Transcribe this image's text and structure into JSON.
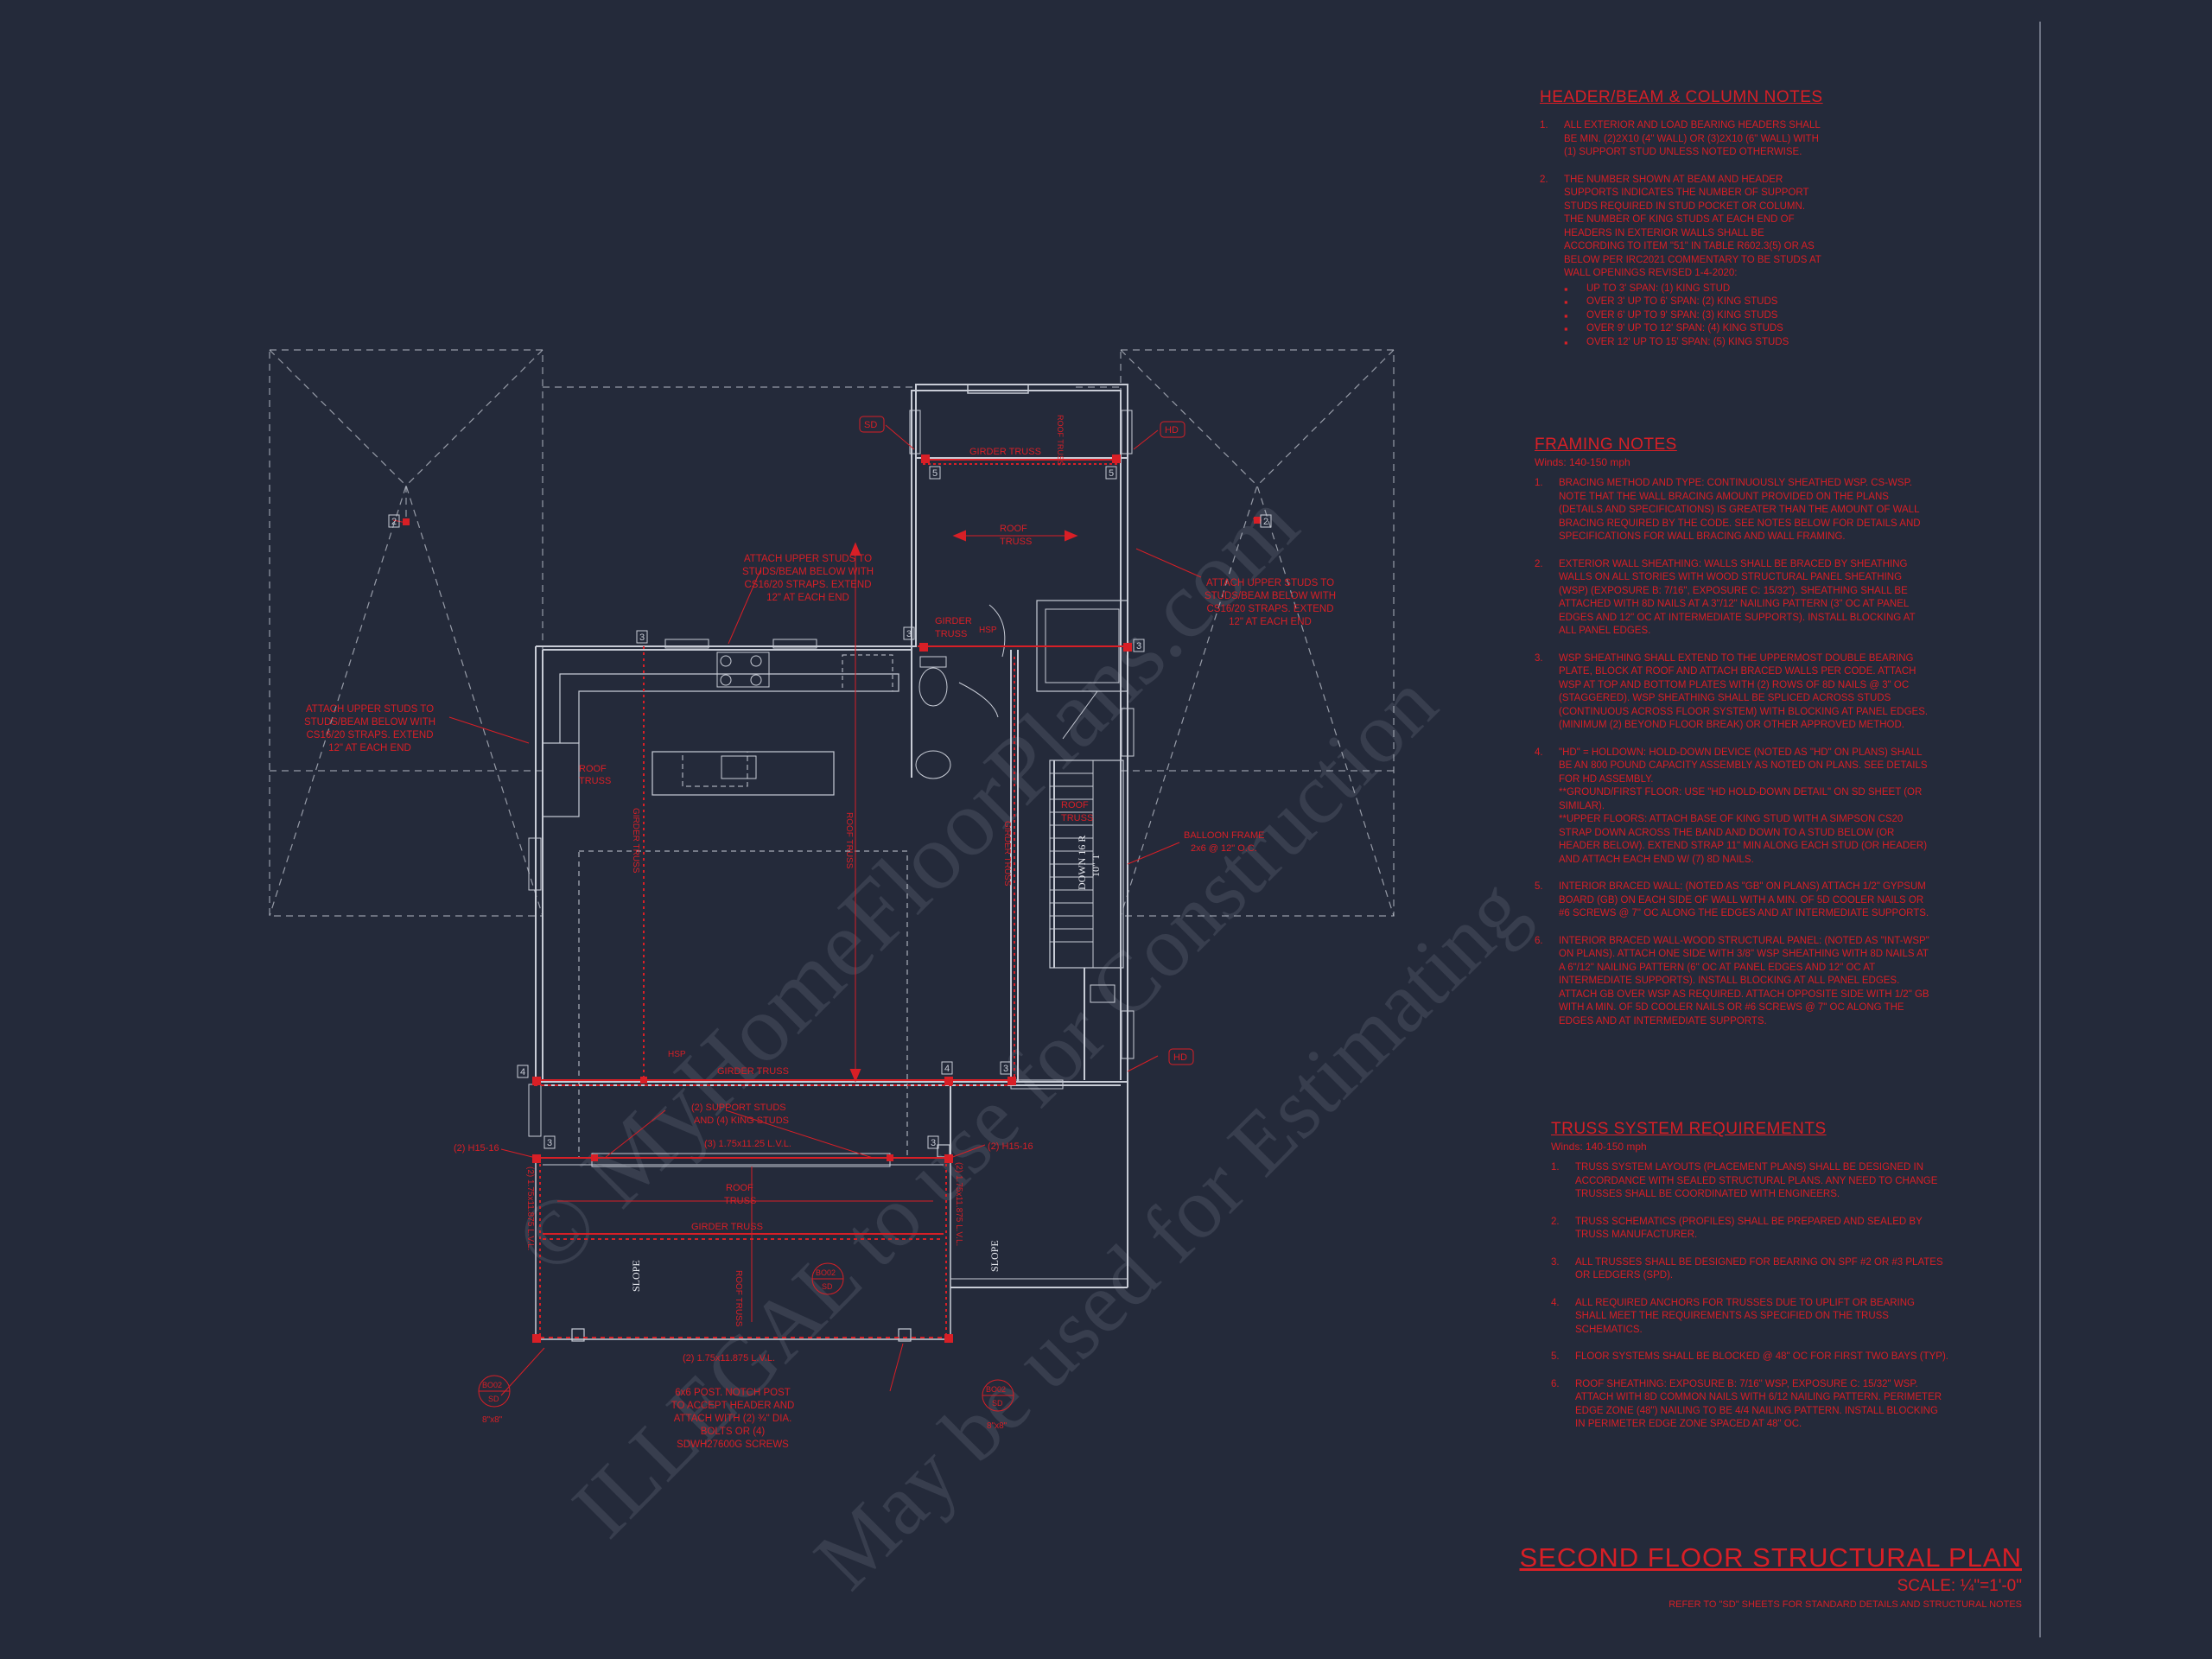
{
  "drawing": {
    "title": "SECOND FLOOR STRUCTURAL PLAN",
    "scale": "SCALE: ¼\"=1'-0\"",
    "reference": "REFER TO \"SD\" SHEETS FOR STANDARD DETAILS AND STRUCTURAL NOTES"
  },
  "watermark": {
    "line1": "© MyHomeFloorPlans.com",
    "line2": "ILLEGAL to use for Construction",
    "line3": "May be used for Estimating"
  },
  "colors": {
    "background": "#242a3a",
    "annotation": "#d81f26",
    "linework": "#c8ccd6"
  },
  "plan": {
    "framing_labels": {
      "girder_truss": "GIRDER TRUSS",
      "roof_truss": "ROOF TRUSS",
      "girder": "GIRDER",
      "truss": "TRUSS",
      "roof": "ROOF",
      "hsp": "HSP",
      "slope": "SLOPE",
      "down_stair": "DOWN 16 R",
      "down_stair_2": "10\" T",
      "support_studs": "(2) SUPPORT STUDS",
      "king_studs": "AND (4) KING STUDS",
      "lvl_top": "(3) 1.75x11.25 L.V.L.",
      "lvl_bottom": "(2) 1.75x11.875 L.V.L.",
      "lvl_side_left": "(2) 1.75x11.875 L.V.L.",
      "lvl_side_right": "(2) 1.75x11.875 L.V.L.",
      "h15_left": "(2) H15-16",
      "h15_right": "(2) H15-16",
      "balloon_1": "BALLOON FRAME",
      "balloon_2": "2x6 @ 12\" O.C.",
      "dim_8x8_left": "8\"x8\"",
      "dim_8x8_right": "8\"x8\""
    },
    "callouts": {
      "attach_left": [
        "ATTACH UPPER STUDS TO",
        "STUDS/BEAM BELOW WITH",
        "CS16/20 STRAPS. EXTEND",
        "12\" AT EACH END"
      ],
      "attach_mid": [
        "ATTACH UPPER STUDS TO",
        "STUDS/BEAM BELOW WITH",
        "CS16/20 STRAPS. EXTEND",
        "12\" AT EACH END"
      ],
      "attach_right": [
        "ATTACH UPPER STUDS TO",
        "STUDS/BEAM BELOW WITH",
        "CS16/20 STRAPS. EXTEND",
        "12\" AT EACH END"
      ],
      "post_note": [
        "6x6 POST. NOTCH POST",
        "TO ACCEPT HEADER AND",
        "ATTACH WITH (2) ¾\" DIA.",
        "BOLTS OR (4)",
        "SDWH27600G SCREWS"
      ]
    },
    "tags": {
      "sd": "SD",
      "hd": "HD",
      "5": "5",
      "4": "4",
      "3": "3",
      "2": "2",
      "detail_a": "BO02",
      "detail_b": "SD"
    }
  },
  "notes": {
    "header_beam": {
      "title": "HEADER/BEAM & COLUMN NOTES",
      "items": [
        {
          "n": "1.",
          "text": "ALL EXTERIOR AND LOAD BEARING HEADERS SHALL BE MIN. (2)2x10 (4\" WALL) OR (3)2x10 (6\" WALL) WITH (1) SUPPORT STUD UNLESS NOTED OTHERWISE."
        },
        {
          "n": "2.",
          "text": "THE NUMBER SHOWN AT BEAM AND HEADER SUPPORTS INDICATES THE NUMBER OF SUPPORT STUDS REQUIRED IN STUD POCKET OR COLUMN. THE NUMBER OF KING STUDS AT EACH END OF HEADERS IN EXTERIOR WALLS SHALL BE ACCORDING TO ITEM \"51\" IN TABLE R602.3(5) OR AS BELOW PER IRC2021 COMMENTARY TO BE STUDS AT WALL OPENINGS REVISED 1-4-2020:"
        }
      ],
      "bullets": [
        "UP TO 3' SPAN: (1) KING STUD",
        "OVER 3' UP TO 6' SPAN: (2) KING STUDS",
        "OVER 6' UP TO 9' SPAN: (3) KING STUDS",
        "OVER 9' UP TO 12' SPAN: (4) KING STUDS",
        "OVER 12' UP TO 15' SPAN: (5) KING STUDS"
      ]
    },
    "framing": {
      "title": "FRAMING NOTES",
      "subtitle": "Winds: 140-150 mph",
      "items": [
        {
          "n": "1.",
          "text": "BRACING METHOD AND TYPE: CONTINUOUSLY SHEATHED WSP. CS-WSP. NOTE THAT THE WALL BRACING AMOUNT PROVIDED ON THE PLANS (DETAILS AND SPECIFICATIONS) IS GREATER THAN THE AMOUNT OF WALL BRACING REQUIRED BY THE CODE. SEE NOTES BELOW FOR DETAILS AND SPECIFICATIONS FOR WALL BRACING AND WALL FRAMING."
        },
        {
          "n": "2.",
          "text": "EXTERIOR WALL SHEATHING: WALLS SHALL BE BRACED BY SHEATHING WALLS ON ALL STORIES WITH WOOD STRUCTURAL PANEL SHEATHING (WSP) (EXPOSURE B: 7/16\", EXPOSURE C: 15/32\"). SHEATHING SHALL BE ATTACHED WITH 8d NAILS AT A 3\"/12\" NAILING PATTERN (3\" OC AT PANEL EDGES AND 12\" OC AT INTERMEDIATE SUPPORTS). INSTALL BLOCKING AT ALL PANEL EDGES."
        },
        {
          "n": "3.",
          "text": "WSP SHEATHING SHALL EXTEND TO THE UPPERMOST DOUBLE BEARING PLATE, BLOCK AT ROOF AND ATTACH BRACED WALLS PER CODE. ATTACH WSP AT TOP AND BOTTOM PLATES WITH (2) ROWS OF 8d NAILS @ 3\" OC (STAGGERED). WSP SHEATHING SHALL BE SPLICED ACROSS STUDS (CONTINUOUS ACROSS FLOOR SYSTEM) WITH BLOCKING AT PANEL EDGES. (MINIMUM (2) BEYOND FLOOR BREAK) OR OTHER APPROVED METHOD."
        },
        {
          "n": "4.",
          "text": "\"HD\" = HOLDOWN: HOLD-DOWN DEVICE (NOTED AS \"HD\" ON PLANS) SHALL BE AN 800 POUND CAPACITY ASSEMBLY AS NOTED ON PLANS. SEE DETAILS FOR HD ASSEMBLY."
        },
        {
          "n": "",
          "text": "**GROUND/FIRST FLOOR: USE \"HD HOLD-DOWN DETAIL\" ON SD SHEET (OR SIMILAR)."
        },
        {
          "n": "",
          "text": "**UPPER FLOORS: ATTACH BASE OF KING STUD WITH A SIMPSON CS20 STRAP DOWN ACROSS THE BAND AND DOWN TO A STUD BELOW (OR HEADER BELOW). EXTEND STRAP 11\" MIN ALONG EACH STUD (OR HEADER) AND ATTACH EACH END W/ (7) 8d NAILS."
        },
        {
          "n": "5.",
          "text": "INTERIOR BRACED WALL: (NOTED AS \"GB\" ON PLANS) ATTACH 1/2\" GYPSUM BOARD (GB) ON EACH SIDE OF WALL WITH A MIN. OF 5d COOLER NAILS OR #6 SCREWS @ 7\" OC ALONG THE EDGES AND AT INTERMEDIATE SUPPORTS."
        },
        {
          "n": "6.",
          "text": "INTERIOR BRACED WALL-WOOD STRUCTURAL PANEL: (NOTED AS \"INT-WSP\" ON PLANS). ATTACH ONE SIDE WITH 3/8\" WSP SHEATHING WITH 8d NAILS AT A 6\"/12\" NAILING PATTERN (6\" OC AT PANEL EDGES AND 12\" OC AT INTERMEDIATE SUPPORTS). INSTALL BLOCKING AT ALL PANEL EDGES. ATTACH GB OVER WSP AS REQUIRED. ATTACH OPPOSITE SIDE WITH 1/2\" GB WITH A MIN. OF 5d COOLER NAILS OR #6 SCREWS @ 7\" OC ALONG THE EDGES AND AT INTERMEDIATE SUPPORTS."
        }
      ]
    },
    "truss": {
      "title": "TRUSS SYSTEM REQUIREMENTS",
      "subtitle": "Winds: 140-150 mph",
      "items": [
        {
          "n": "1.",
          "text": "TRUSS SYSTEM LAYOUTS (PLACEMENT PLANS) SHALL BE DESIGNED IN ACCORDANCE WITH SEALED STRUCTURAL PLANS. ANY NEED TO CHANGE TRUSSES SHALL BE COORDINATED WITH ENGINEERS."
        },
        {
          "n": "2.",
          "text": "TRUSS SCHEMATICS (PROFILES) SHALL BE PREPARED AND SEALED BY TRUSS MANUFACTURER."
        },
        {
          "n": "3.",
          "text": "ALL TRUSSES SHALL BE DESIGNED FOR BEARING ON SPF #2 OR #3 PLATES OR LEDGERS (SPD)."
        },
        {
          "n": "4.",
          "text": "ALL REQUIRED ANCHORS FOR TRUSSES DUE TO UPLIFT OR BEARING SHALL MEET THE REQUIREMENTS AS SPECIFIED ON THE TRUSS SCHEMATICS."
        },
        {
          "n": "5.",
          "text": "FLOOR SYSTEMS SHALL BE BLOCKED @ 48\" OC FOR FIRST TWO BAYS (TYP)."
        },
        {
          "n": "6.",
          "text": "ROOF SHEATHING: EXPOSURE B: 7/16\" WSP, EXPOSURE C: 15/32\" WSP. ATTACH WITH 8d COMMON NAILS WITH 6/12 NAILING PATTERN. PERIMETER EDGE ZONE (48\") NAILING TO BE 4/4 NAILING PATTERN. INSTALL BLOCKING IN PERIMETER EDGE ZONE SPACED AT 48\" OC."
        }
      ]
    }
  }
}
